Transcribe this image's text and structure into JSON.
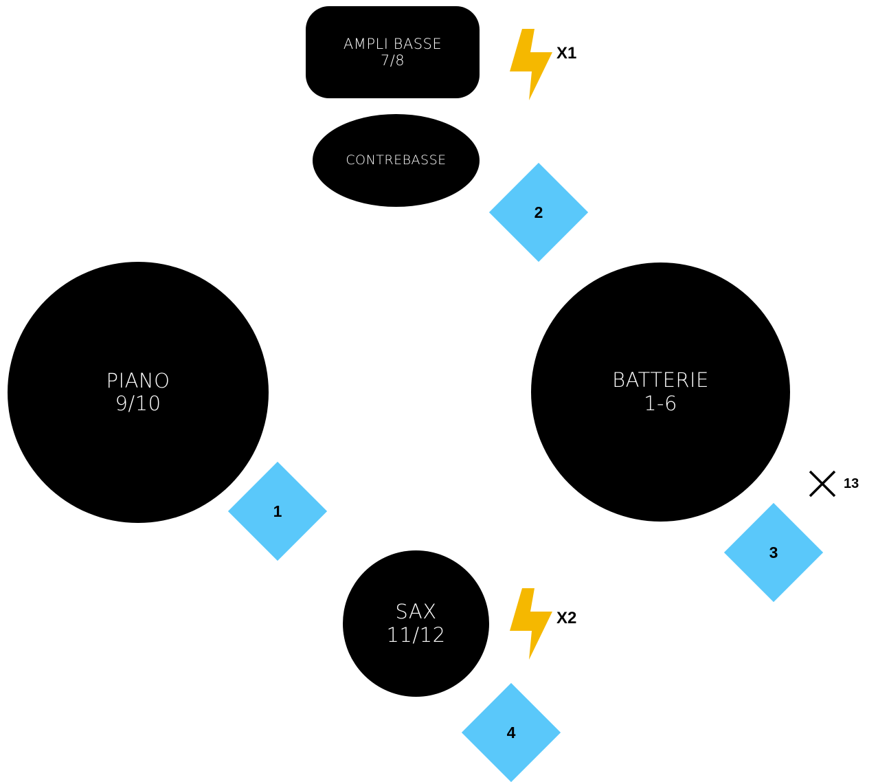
{
  "colors": {
    "instrument_fill": "#000000",
    "instrument_text": "#ffffff",
    "monitor_fill": "#5ac8fa",
    "power_fill": "#f5b800"
  },
  "instruments": {
    "ampli_basse": {
      "name": "AMPLI BASSE",
      "channels": "7/8"
    },
    "contrebasse": {
      "name": "CONTREBASSE"
    },
    "piano": {
      "name": "PIANO",
      "channels": "9/10"
    },
    "batterie": {
      "name": "BATTERIE",
      "channels": "1-6"
    },
    "sax": {
      "name": "SAX",
      "channels": "11/12"
    }
  },
  "monitors": [
    "1",
    "2",
    "3",
    "4"
  ],
  "power": [
    {
      "icon": "lightning-bolt-icon",
      "label": "X1"
    },
    {
      "icon": "lightning-bolt-icon",
      "label": "X2"
    }
  ],
  "extra_input": {
    "icon": "cross-icon",
    "label": "13"
  }
}
